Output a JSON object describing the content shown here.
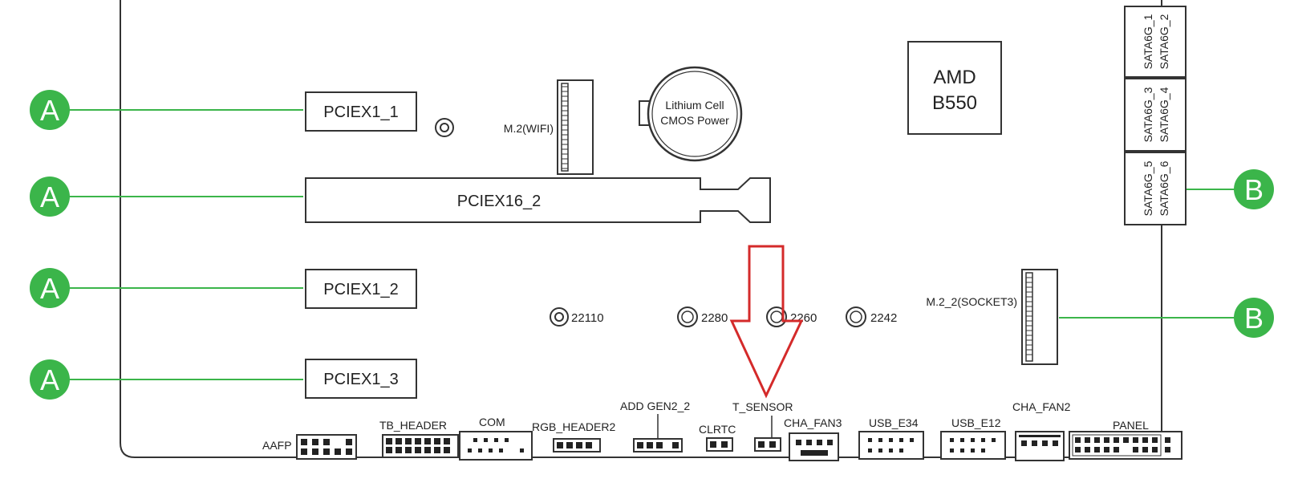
{
  "callouts": {
    "a_letter": "A",
    "b_letter": "B",
    "color": "#3bb54a"
  },
  "slots": {
    "pciex1_1": "PCIEX1_1",
    "pciex16_2": "PCIEX16_2",
    "pciex1_2": "PCIEX1_2",
    "pciex1_3": "PCIEX1_3"
  },
  "m2": {
    "wifi": "M.2(WIFI)",
    "socket3": "M.2_2(SOCKET3)",
    "std_22110": "22110",
    "std_2280": "2280",
    "std_2260": "2260",
    "std_2242": "2242"
  },
  "battery": {
    "line1": "Lithium Cell",
    "line2": "CMOS Power"
  },
  "chipset": {
    "line1": "AMD",
    "line2": "B550"
  },
  "sata": {
    "p1": "SATA6G_1",
    "p2": "SATA6G_2",
    "p3": "SATA6G_3",
    "p4": "SATA6G_4",
    "p5": "SATA6G_5",
    "p6": "SATA6G_6"
  },
  "headers": {
    "aafp": "AAFP",
    "tb_header": "TB_HEADER",
    "com": "COM",
    "rgb_header2": "RGB_HEADER2",
    "add_gen2_2": "ADD GEN2_2",
    "clrtc": "CLRTC",
    "t_sensor": "T_SENSOR",
    "cha_fan3": "CHA_FAN3",
    "usb_e34": "USB_E34",
    "usb_e12": "USB_E12",
    "cha_fan2": "CHA_FAN2",
    "panel": "PANEL"
  },
  "highlight_arrow_color": "#d42a2a"
}
